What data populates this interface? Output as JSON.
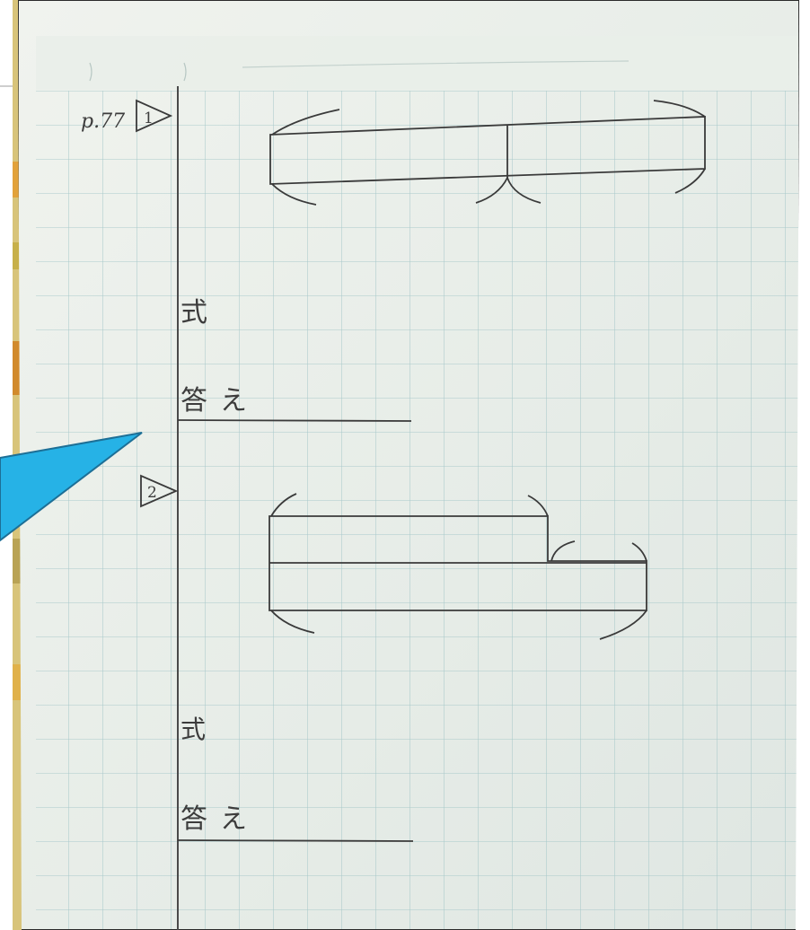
{
  "notebook": {
    "page_ref": "p.77",
    "problems": [
      {
        "number": "1",
        "formula_label": "式",
        "answer_label": "答え"
      },
      {
        "number": "2",
        "formula_label": "式",
        "answer_label": "答え"
      }
    ]
  },
  "colors": {
    "paper": "#e4ece8",
    "grid": "#9fc3c6",
    "pencil": "#3a3a3a",
    "callout": "#26b2e6",
    "background": "#ffffff"
  }
}
